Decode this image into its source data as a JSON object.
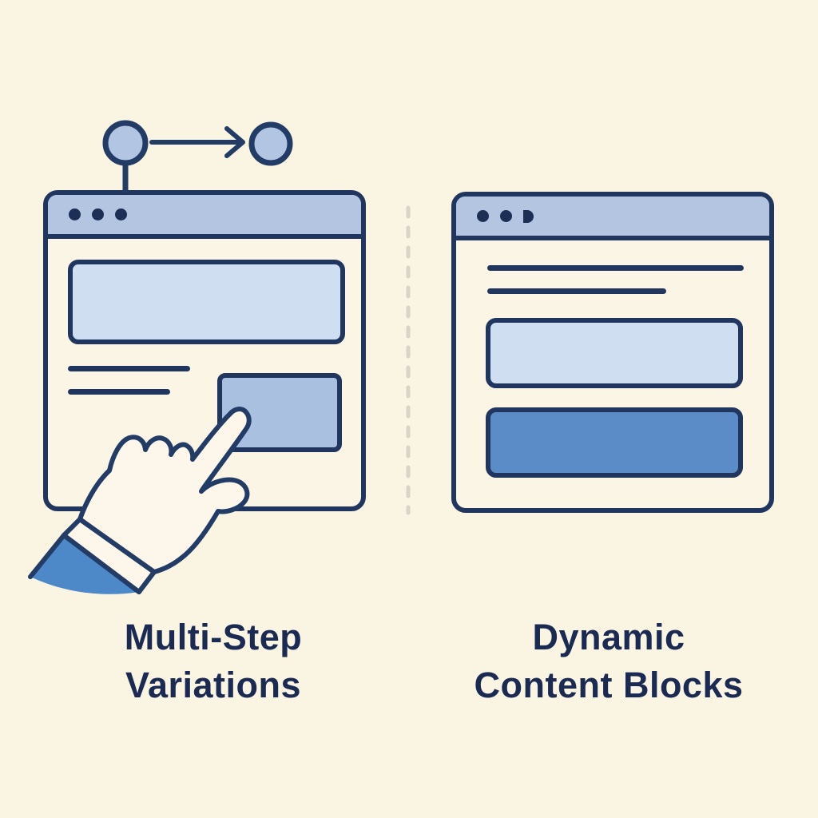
{
  "illustration": {
    "left_panel": {
      "caption_line1": "Multi-Step",
      "caption_line2": "Variations",
      "flow_motif": {
        "nodes": 2,
        "connector": "arrow-right",
        "attached_to": "window-titlebar"
      },
      "window": {
        "titlebar_dots": 3,
        "content_blocks": [
          "hero-banner-block",
          "text-placeholder-line",
          "text-placeholder-line",
          "cta-button-block"
        ],
        "cursor": "pointing-hand-clicking-cta"
      }
    },
    "right_panel": {
      "caption_line1": "Dynamic",
      "caption_line2": "Content Blocks",
      "window": {
        "titlebar_dots": 3,
        "content_blocks": [
          "text-placeholder-line",
          "text-placeholder-line",
          "light-content-block",
          "accent-content-block"
        ]
      }
    },
    "divider": {
      "style": "vertical-dashed"
    },
    "colors": {
      "background": "#faf4e3",
      "outline_navy": "#21365e",
      "titlebar_fill": "#b3c5e1",
      "node_fill": "#b2c5e2",
      "light_block_fill": "#cfdff1",
      "medium_block_fill": "#a9c0e0",
      "accent_block_fill": "#5b8cc7",
      "sleeve_blue": "#4d88c8",
      "hand_fill": "#fcf7ea",
      "caption_text": "#1b2a52",
      "divider_gray": "#d9d4c7"
    }
  }
}
